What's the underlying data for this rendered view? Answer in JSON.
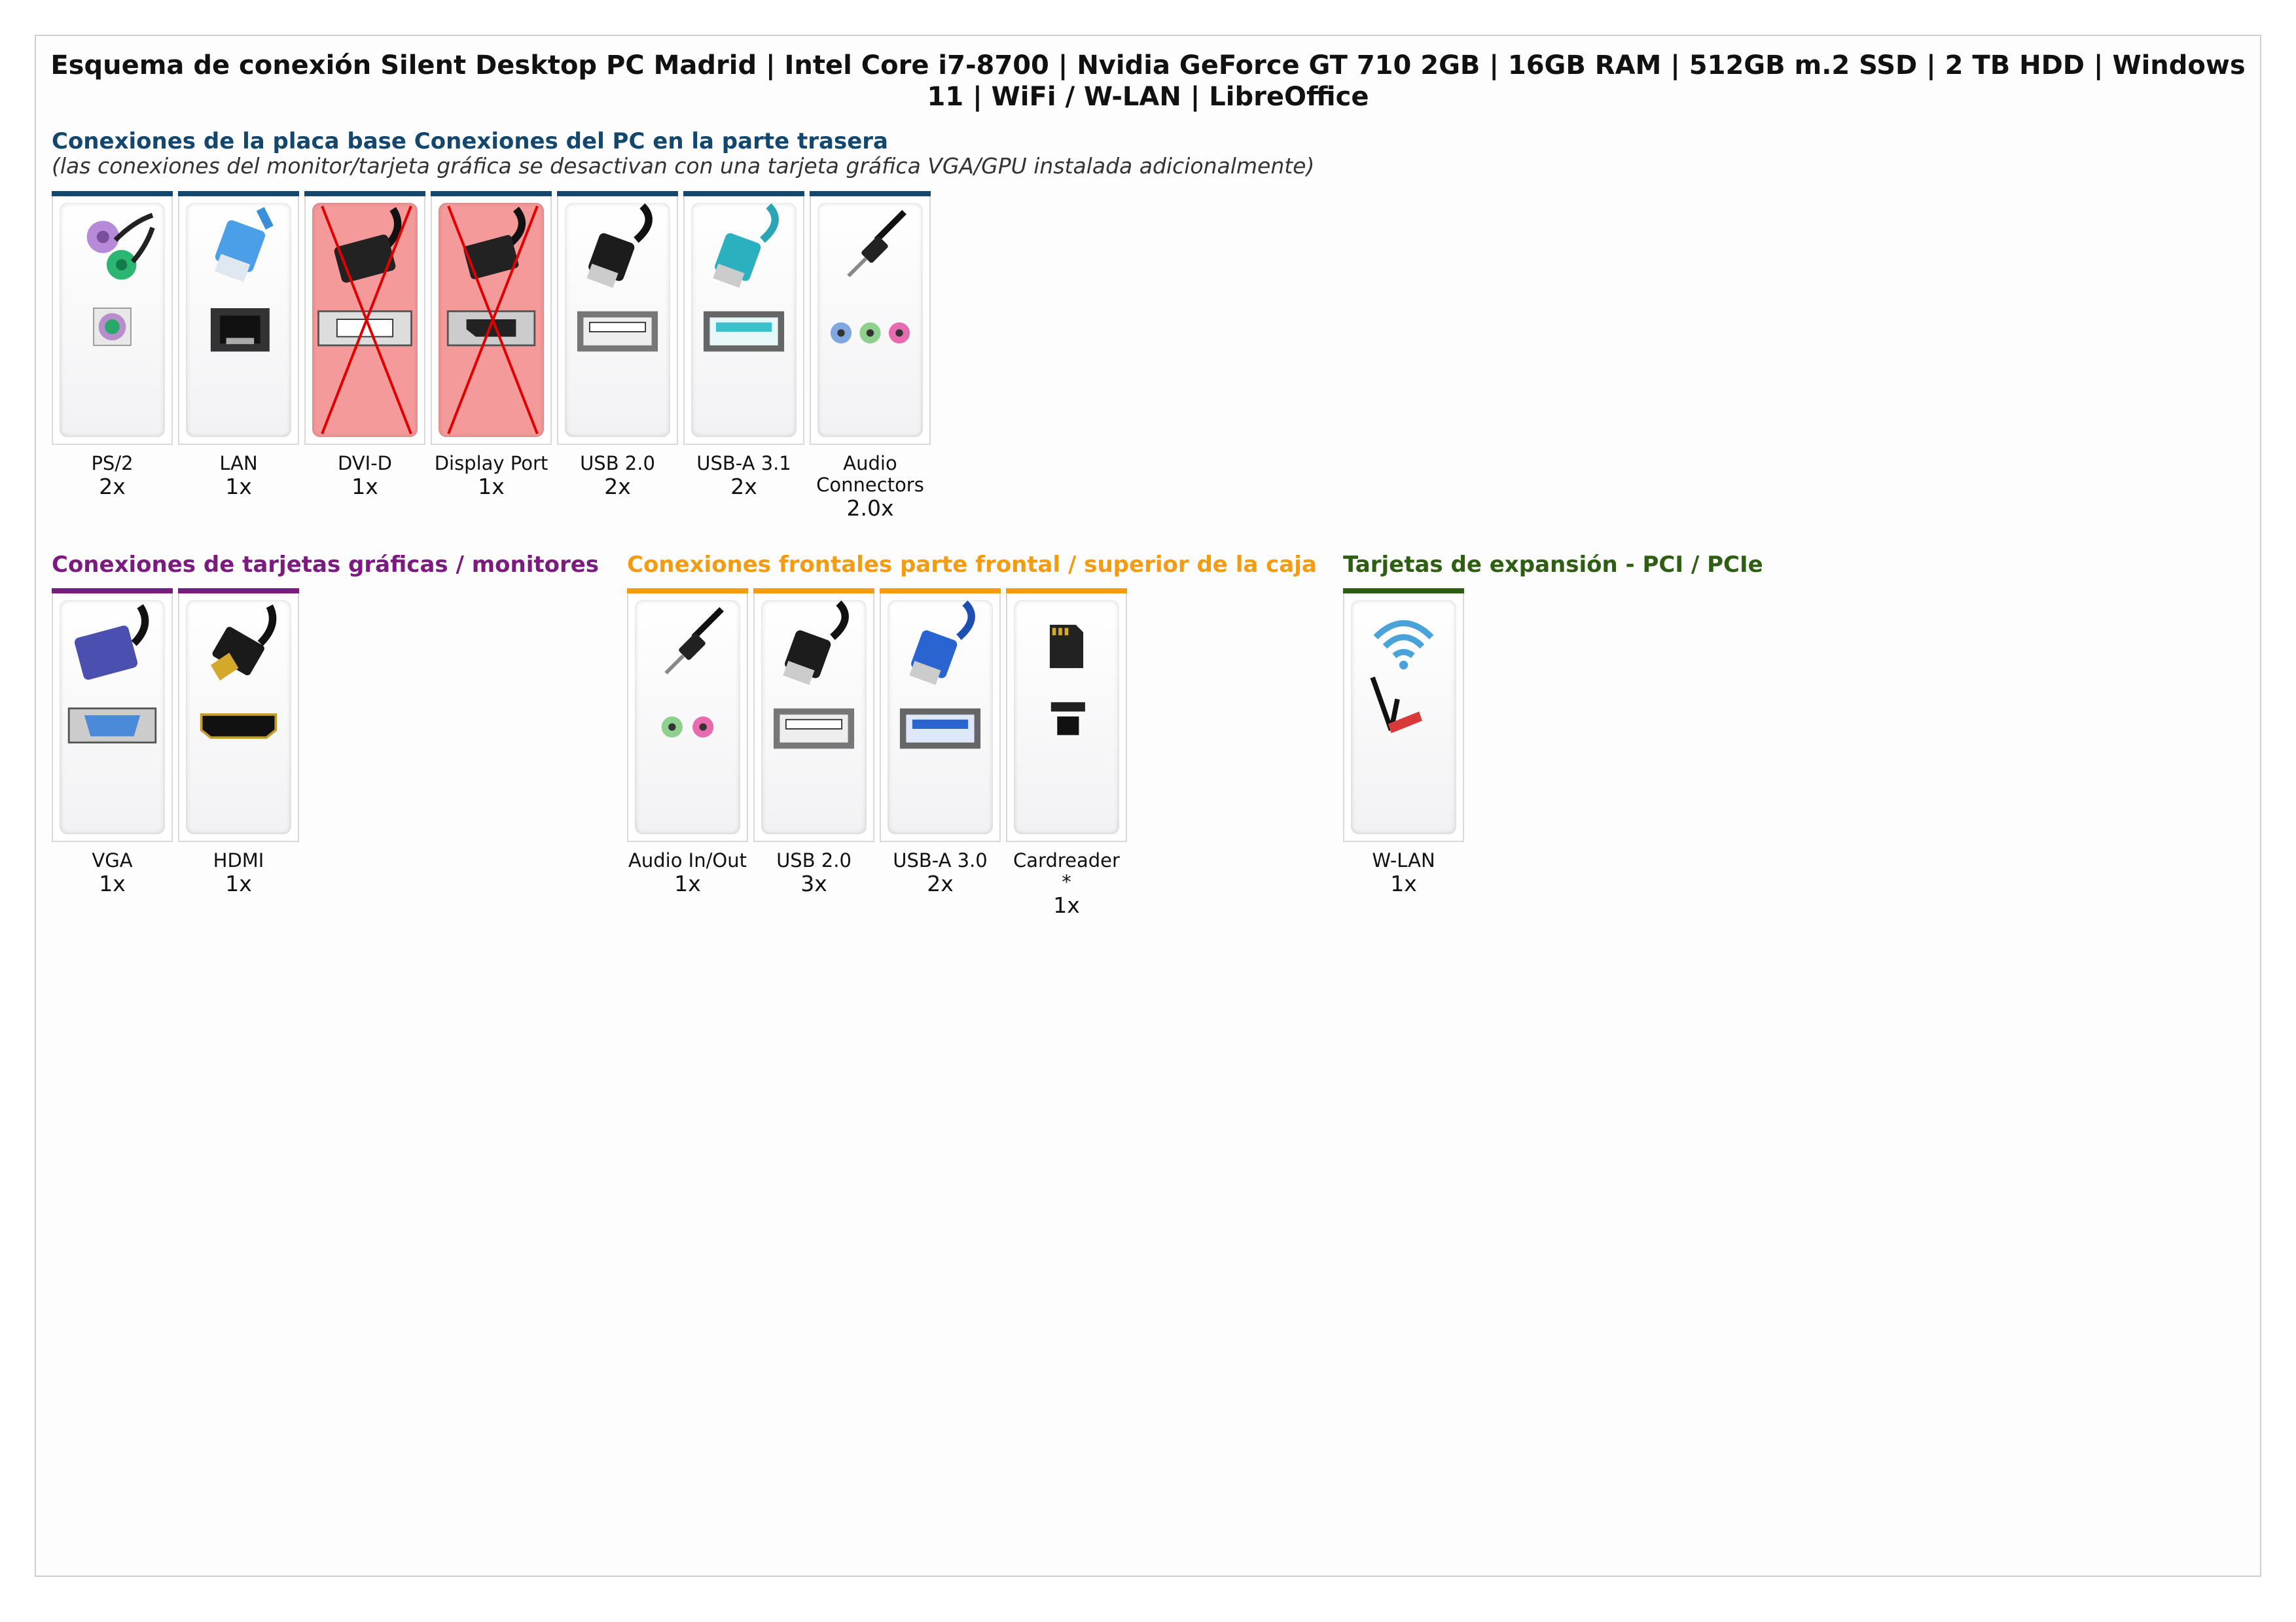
{
  "title": "Esquema de conexión Silent Desktop PC Madrid | Intel Core i7-8700 | Nvidia GeForce GT 710 2GB | 16GB RAM | 512GB m.2 SSD | 2 TB HDD | Windows 11 | WiFi / W-LAN | LibreOffice",
  "colors": {
    "rear": "#14476e",
    "graphics": "#7b1a7f",
    "front": "#f39c12",
    "expansion": "#2e5e12",
    "disabled_overlay": "#f59a9a",
    "cross": "#e00000"
  },
  "rear": {
    "title": "Conexiones de la placa base Conexiones del PC en la parte trasera",
    "subtitle": "(las conexiones del monitor/tarjeta gráfica se desactivan con una tarjeta gráfica VGA/GPU instalada adicionalmente)",
    "items": [
      {
        "label": "PS/2",
        "count": "2x",
        "icon": "ps2-connector-icon",
        "disabled": false
      },
      {
        "label": "LAN",
        "count": "1x",
        "icon": "lan-connector-icon",
        "disabled": false
      },
      {
        "label": "DVI-D",
        "count": "1x",
        "icon": "dvi-connector-icon",
        "disabled": true
      },
      {
        "label": "Display Port",
        "count": "1x",
        "icon": "displayport-connector-icon",
        "disabled": true
      },
      {
        "label": "USB 2.0",
        "count": "2x",
        "icon": "usb2-connector-icon",
        "disabled": false
      },
      {
        "label": "USB-A 3.1",
        "count": "2x",
        "icon": "usb31-connector-icon",
        "disabled": false
      },
      {
        "label": "Audio Connectors",
        "count": "2.0x",
        "icon": "audio-connector-icon",
        "disabled": false
      }
    ]
  },
  "graphics": {
    "title": "Conexiones de tarjetas gráficas / monitores",
    "items": [
      {
        "label": "VGA",
        "count": "1x",
        "icon": "vga-connector-icon"
      },
      {
        "label": "HDMI",
        "count": "1x",
        "icon": "hdmi-connector-icon"
      }
    ]
  },
  "front": {
    "title": "Conexiones frontales parte frontal / superior de la caja",
    "items": [
      {
        "label": "Audio In/Out",
        "count": "1x",
        "icon": "audio-jack-icon"
      },
      {
        "label": "USB 2.0",
        "count": "3x",
        "icon": "usb2-connector-icon"
      },
      {
        "label": "USB-A 3.0",
        "count": "2x",
        "icon": "usb30-connector-icon"
      },
      {
        "label": "Cardreader\n*",
        "count": "1x",
        "icon": "cardreader-icon"
      }
    ]
  },
  "expansion": {
    "title": "Tarjetas de expansión - PCI / PCIe",
    "items": [
      {
        "label": "W-LAN",
        "count": "1x",
        "icon": "wifi-antenna-icon"
      }
    ]
  }
}
